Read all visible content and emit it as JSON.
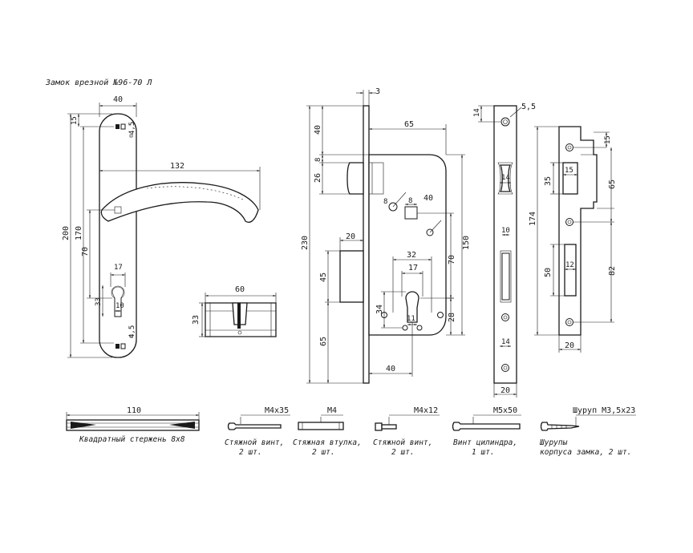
{
  "title": "Замок врезной №96-70 Л",
  "handle": {
    "width": "40",
    "length": "132",
    "height": "200",
    "spindle_to_cylinder": "170",
    "top_offset": "15",
    "screw_top": "4,5",
    "screw_bottom": "4,5",
    "spindle_height": "70",
    "cyl_width": "17",
    "cyl_offset": "33",
    "cyl_hole": "10"
  },
  "cylinder": {
    "length": "60",
    "height": "33"
  },
  "lock_body": {
    "faceplate_thickness": "3",
    "backset_width": "65",
    "latch_top": "40",
    "latch_offset": "8",
    "latch_height": "26",
    "hole1": "8",
    "hole2": "8",
    "angle": "40",
    "total_height": "230",
    "deadbolt_width": "20",
    "deadbolt_height": "45",
    "body_height": "150",
    "spindle_cyl": "70",
    "cyl_spacing": "32",
    "cyl_width": "17",
    "cyl_height": "34",
    "cyl_hole": "11",
    "cyl_bottom": "28",
    "bottom": "65",
    "backset": "40"
  },
  "faceplate": {
    "top": "14",
    "hole": "5,5",
    "latch_w": "14",
    "deadbolt_w": "10",
    "lower_w": "14",
    "width": "20"
  },
  "strike": {
    "top": "15",
    "latch_w": "15",
    "latch_h": "35",
    "latch_pos": "65",
    "total": "174",
    "bolt_h": "50",
    "bolt_w": "12",
    "bolt_pos": "82",
    "width": "20"
  },
  "accessories": [
    {
      "spec": "110",
      "caption_lines": [
        "Квадратный стержень 8х8"
      ]
    },
    {
      "spec": "М4х35",
      "caption_lines": [
        "Стяжной винт,",
        "2 шт."
      ]
    },
    {
      "spec": "М4",
      "caption_lines": [
        "Стяжная втулка,",
        "2 шт."
      ]
    },
    {
      "spec": "М4х12",
      "caption_lines": [
        "Стяжной винт,",
        "2 шт."
      ]
    },
    {
      "spec": "М5х50",
      "caption_lines": [
        "Винт цилиндра,",
        "1 шт."
      ]
    },
    {
      "spec": "Шуруп М3,5х23",
      "caption_lines": [
        "Шурупы",
        "корпуса замка, 2 шт."
      ]
    }
  ]
}
